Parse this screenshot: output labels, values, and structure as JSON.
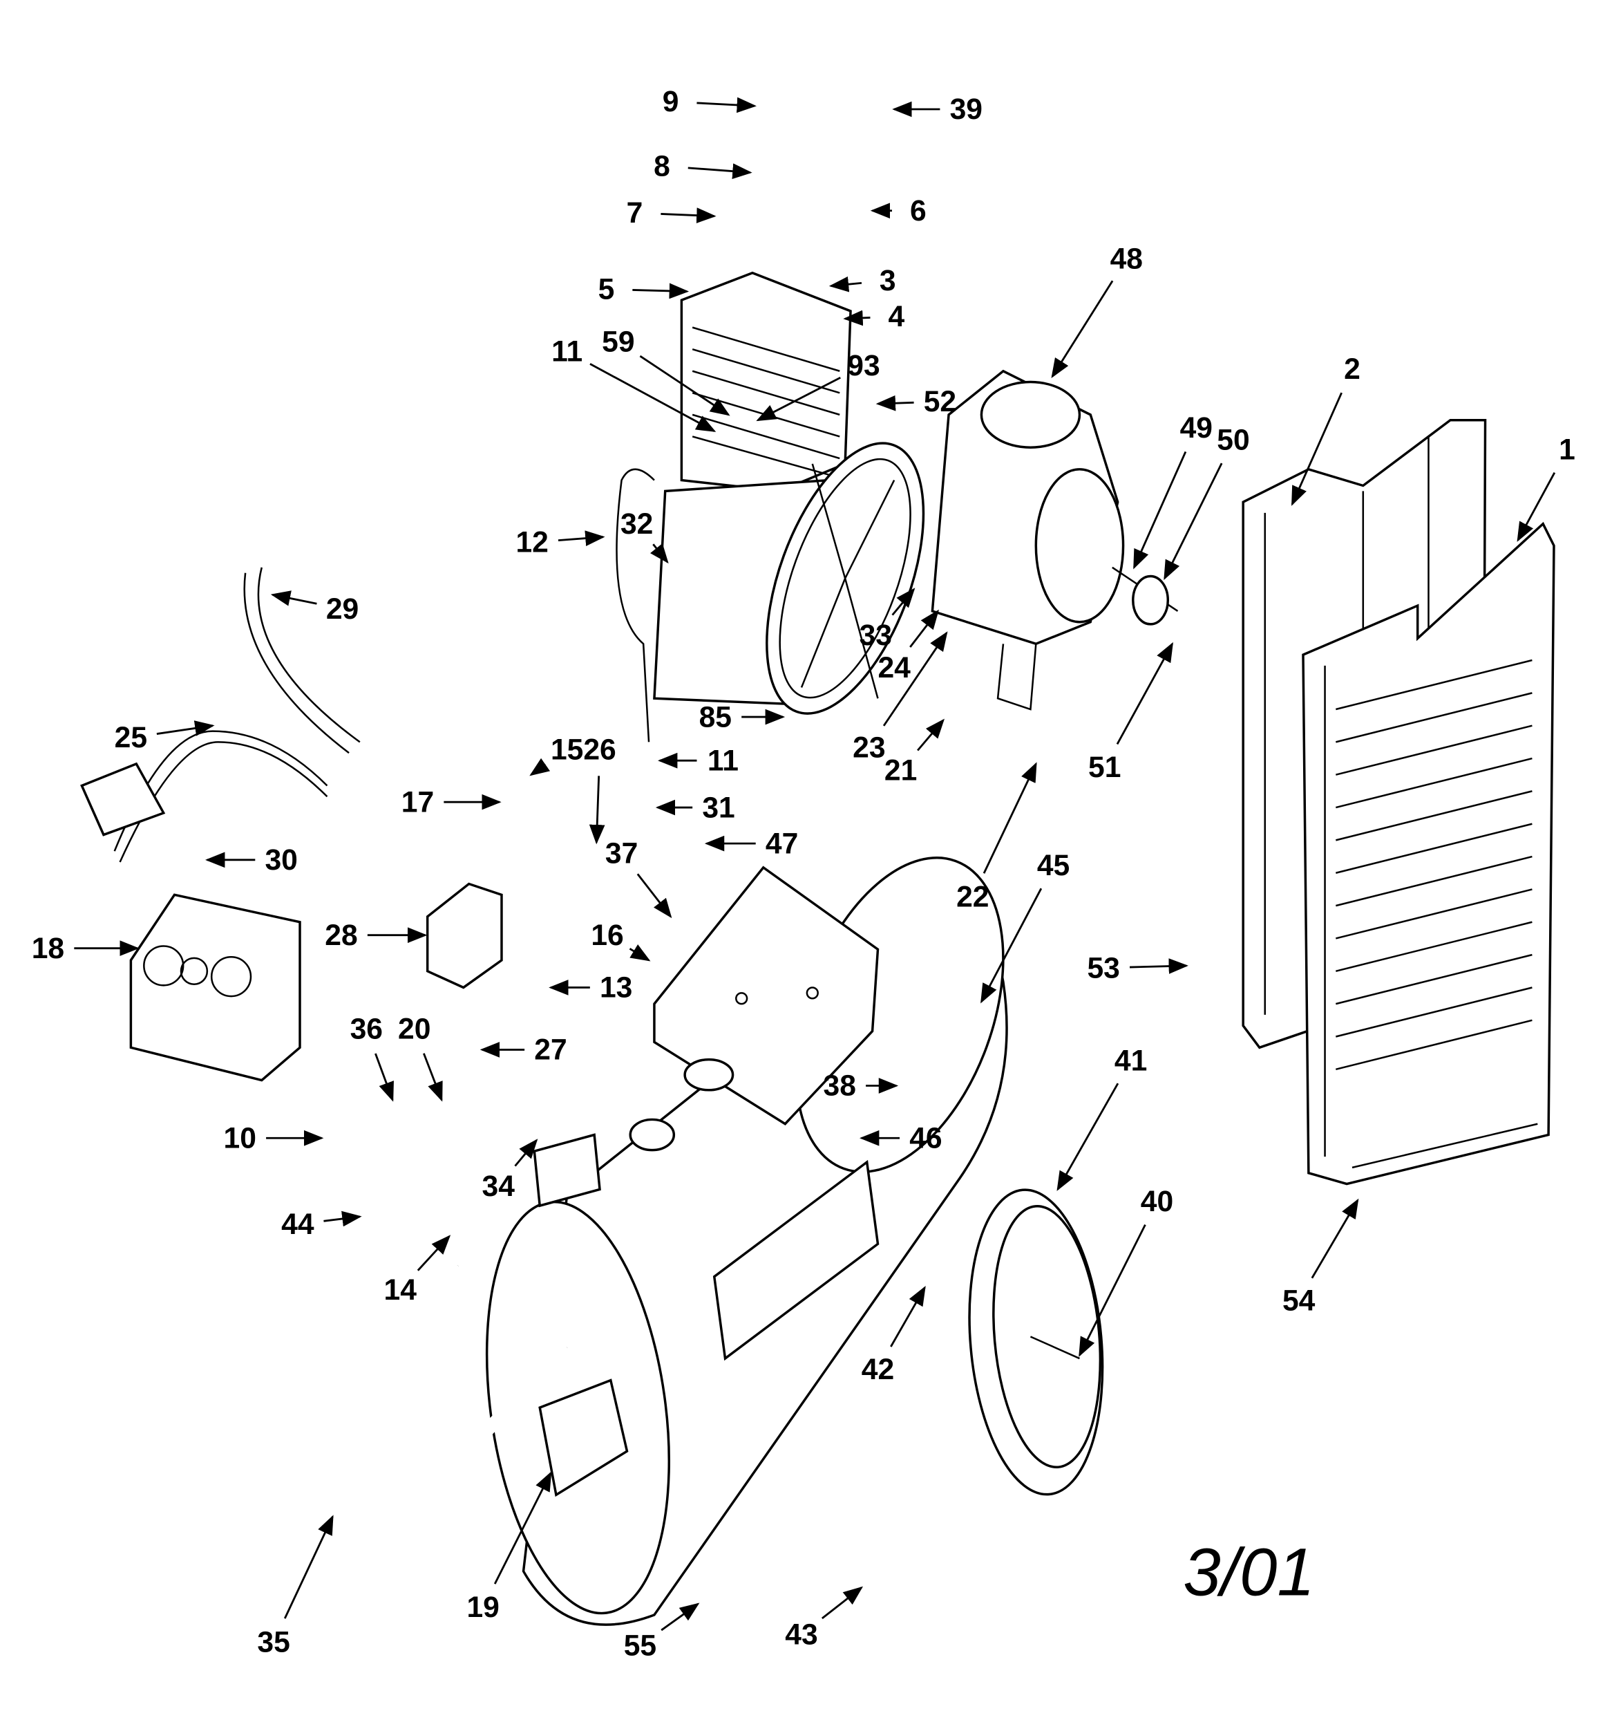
{
  "title": "Air compressor exploded parts diagram",
  "part_labels": [
    "9",
    "39",
    "8",
    "6",
    "7",
    "3",
    "5",
    "4",
    "48",
    "11",
    "59",
    "93",
    "52",
    "2",
    "49",
    "50",
    "1",
    "12",
    "32",
    "29",
    "33",
    "24",
    "85",
    "23",
    "21",
    "51",
    "25",
    "15",
    "26",
    "11",
    "31",
    "17",
    "47",
    "30",
    "37",
    "45",
    "22",
    "18",
    "28",
    "16",
    "13",
    "53",
    "36",
    "20",
    "27",
    "38",
    "10",
    "46",
    "41",
    "40",
    "34",
    "44",
    "14",
    "42",
    "54",
    "35",
    "19",
    "55",
    "43"
  ],
  "date_code": "3/01"
}
